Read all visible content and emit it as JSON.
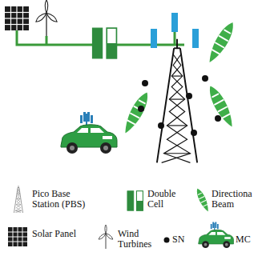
{
  "diagram": {
    "legend": [
      {
        "text": "Pico Base Station (PBS)"
      },
      {
        "text": "Double Cell"
      },
      {
        "text": "Directiona Beam"
      },
      {
        "text": "Solar Panel"
      },
      {
        "text": "Wind Turbines"
      },
      {
        "text": "SN"
      },
      {
        "text": "MC"
      }
    ]
  }
}
